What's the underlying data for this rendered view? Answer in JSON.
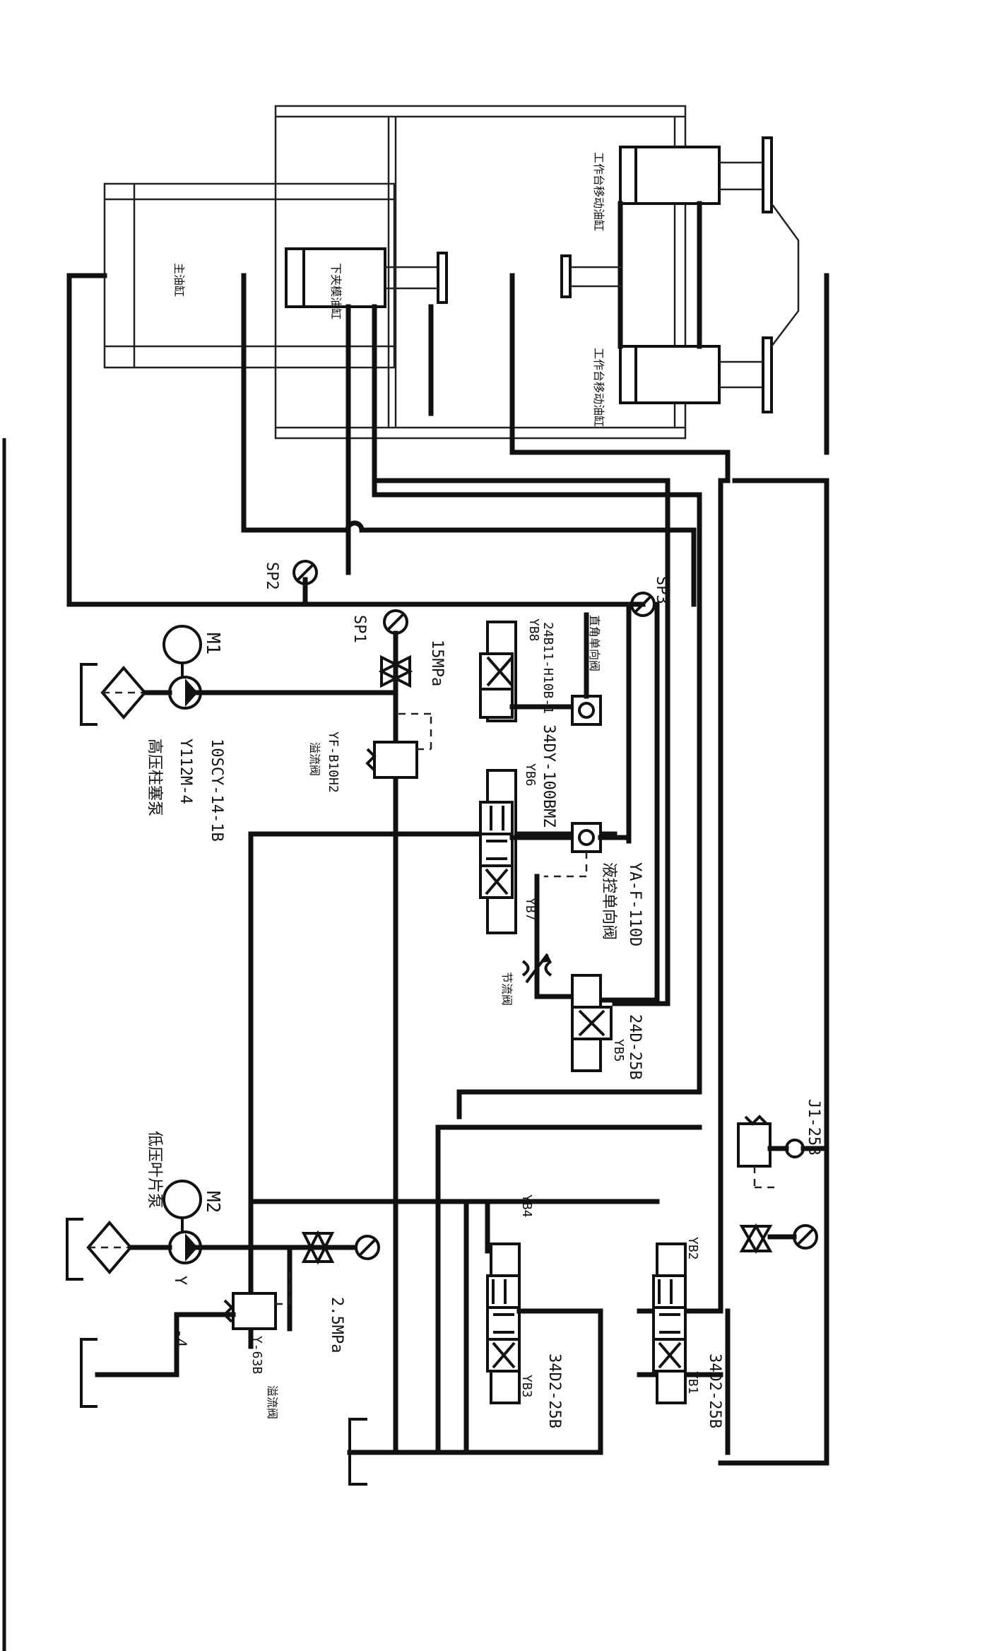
{
  "labels": {
    "m1": "M1",
    "m2": "M2",
    "sp1": "SP1",
    "sp2": "SP2",
    "sp3": "SP3",
    "yb1": "YB1",
    "yb2": "YB2",
    "yb3": "YB3",
    "yb4": "YB4",
    "yb5": "YB5",
    "yb6": "YB6",
    "yb7": "YB7",
    "yb8": "YB8",
    "pump1_model": "10SCY-14-1B",
    "motor1_model": "Y112M-4",
    "pump1_name": "高压柱塞泵",
    "pump2_name": "低压叶片泵",
    "motor2_model_a": "Y",
    "motor2_model_b": "-4",
    "relief1_pressure": "15MPa",
    "relief1_model": "YF-B10H2",
    "relief1_name": "溢流阀",
    "relief2_pressure": "2.5MPa",
    "relief2_model": "Y-63B",
    "relief2_name": "溢流阀",
    "valve_yb8_model": "24B11-H10B-1",
    "check_angle_name": "直角单向阀",
    "valve_yb6_model": "34DY-100BMZ",
    "pilot_check_model": "YA-F-110D",
    "pilot_check_name": "液控单向阀",
    "throttle_name": "节流阀",
    "valve_yb5_model": "24D-25B",
    "reducing_model": "J1-25B",
    "valve_yb34_model": "34D2-25B",
    "valve_yb12_model": "34D2-25B",
    "main_cylinder": "主油缸",
    "lower_cylinder": "下夹模油缸",
    "side_cylinder_a": "工作台移动油缸",
    "side_cylinder_b": "工作台移动油缸"
  }
}
